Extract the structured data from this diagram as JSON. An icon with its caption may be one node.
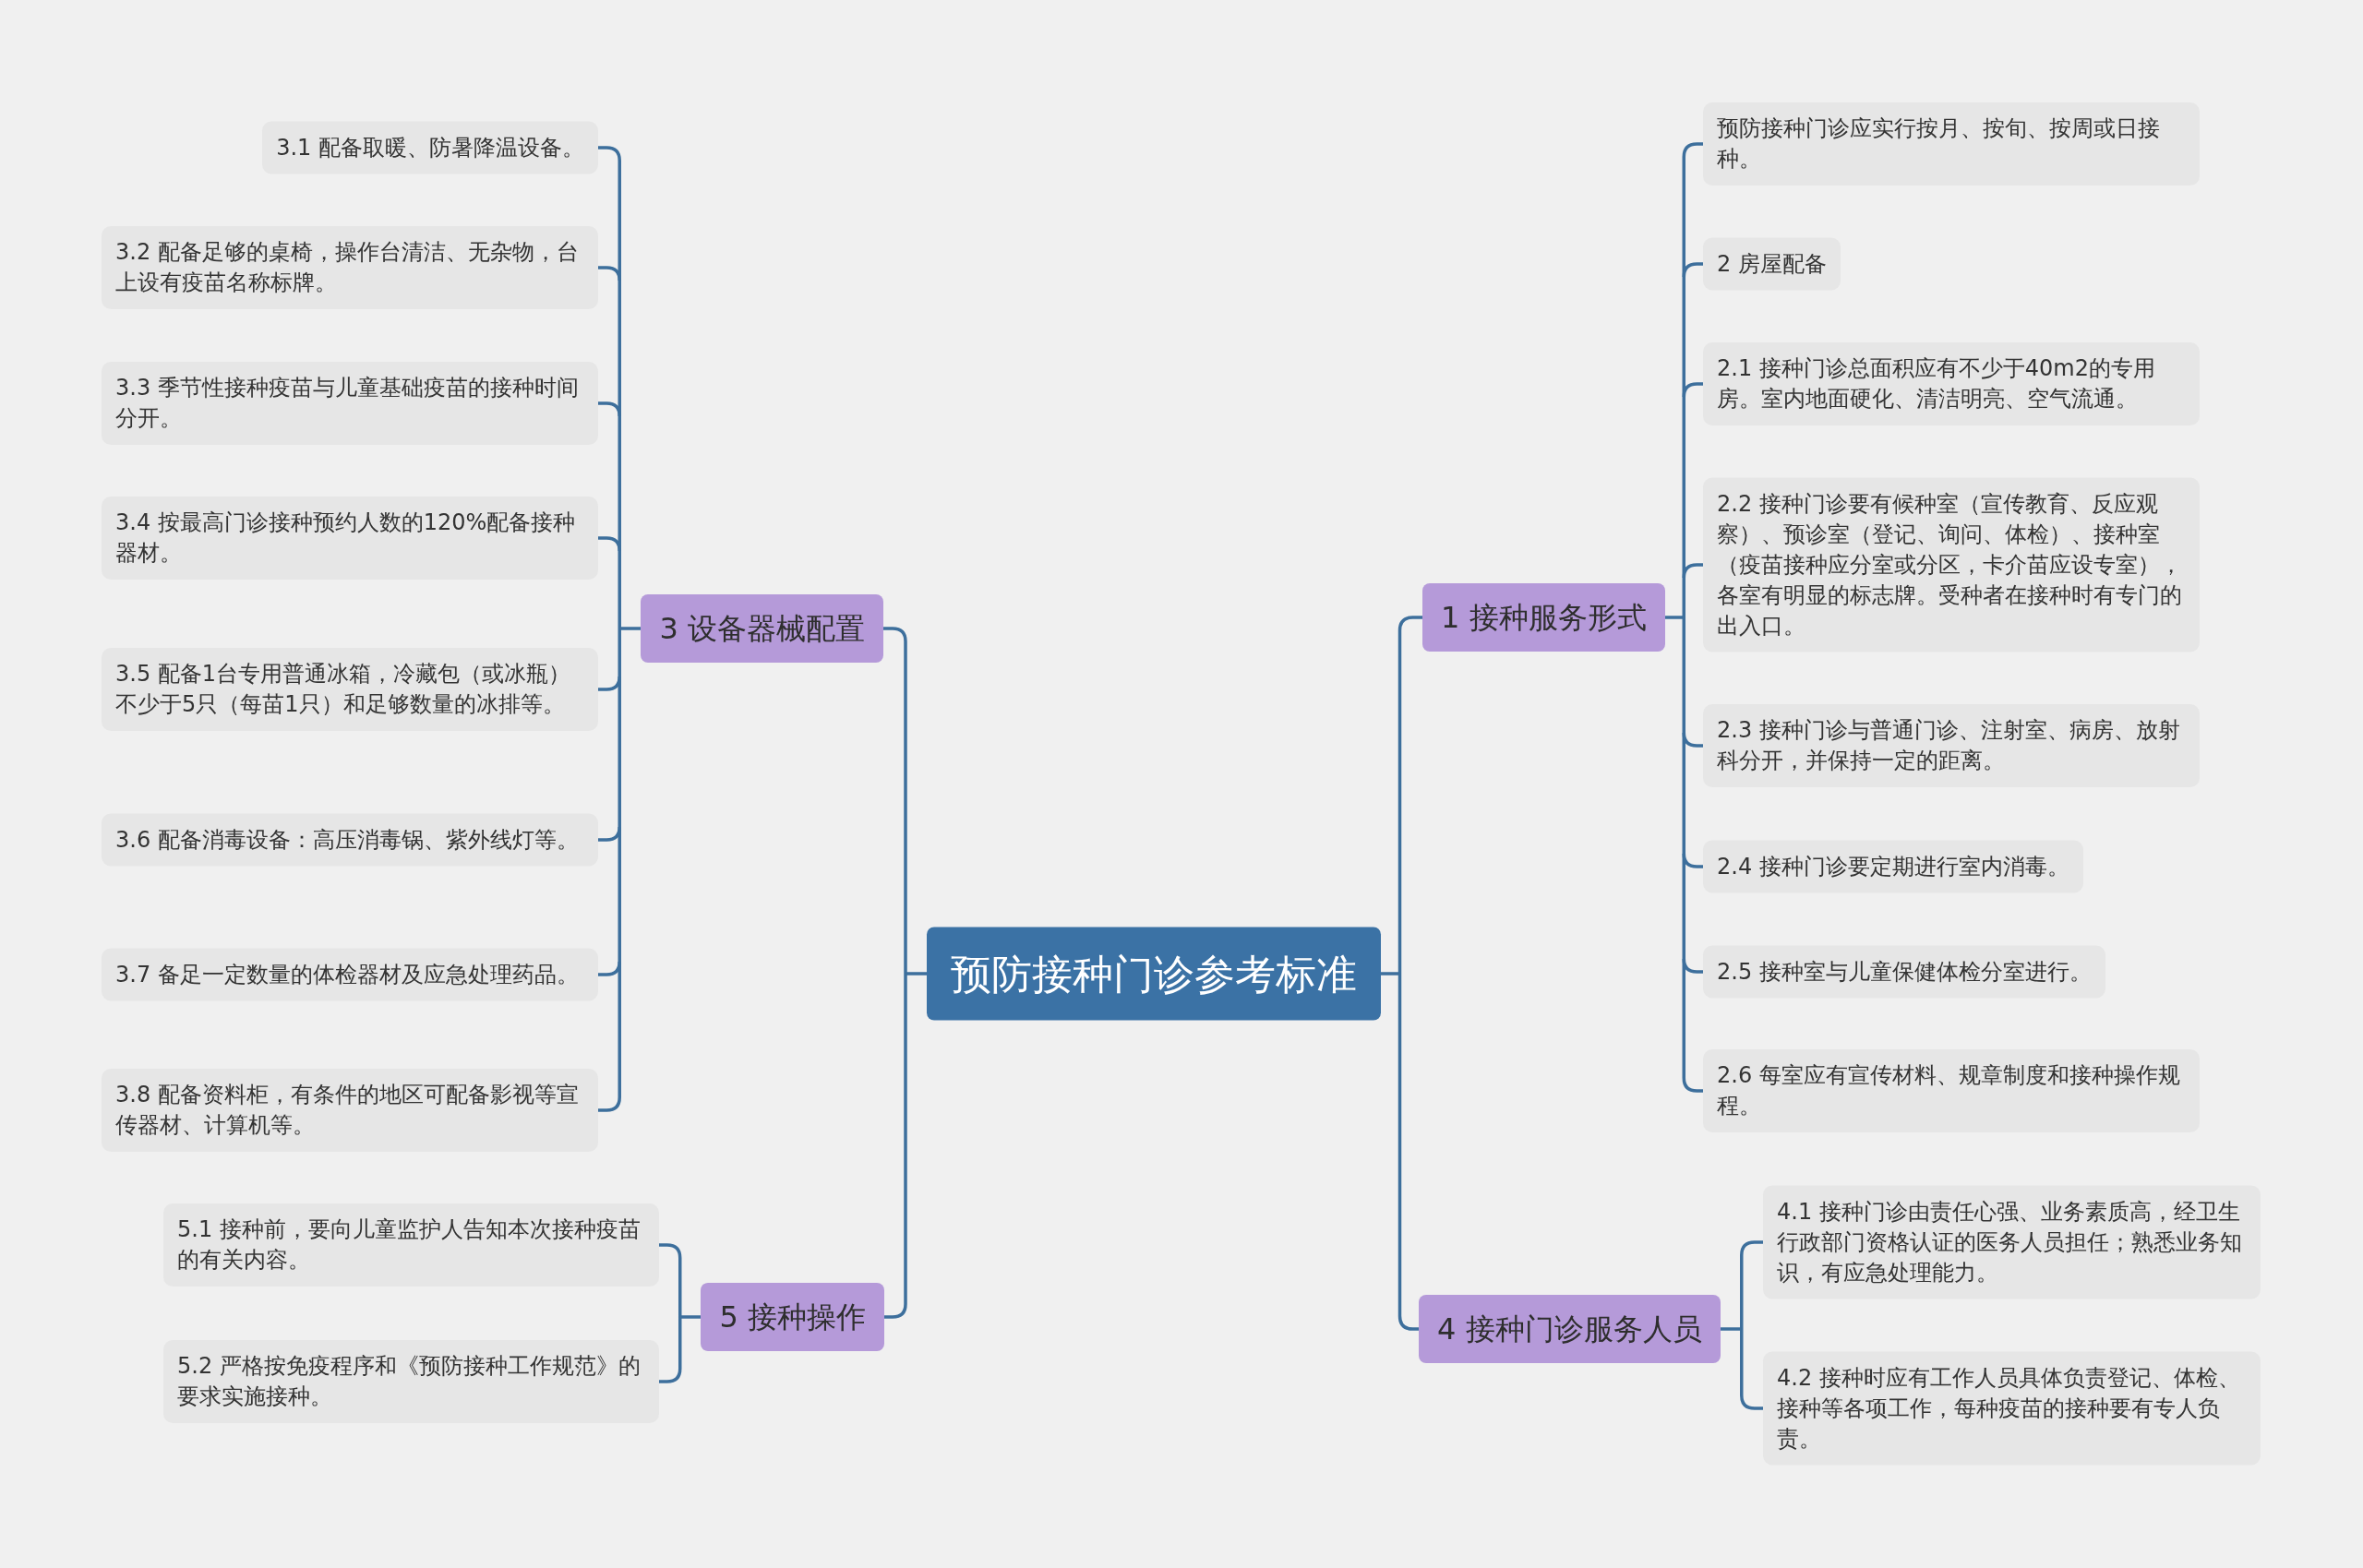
{
  "diagram": {
    "nodes": [
      {
        "text": [
          "预防接种门诊参考标准"
        ]
      },
      {
        "text": [
          "3 设备器械配置"
        ]
      },
      {
        "text": [
          "3.1 配备取暖、防暑降温设备。"
        ]
      },
      {
        "text": [
          "3.2 配备足够的桌椅，操作台清洁、无杂物，台上设有疫苗名称标牌。"
        ]
      },
      {
        "text": [
          "3.3 季节性接种疫苗与儿童基础疫苗的接种时间分开。"
        ]
      },
      {
        "text": [
          "3.4 按最高门诊接种预约人数的120%配备接种器材。"
        ]
      },
      {
        "text": [
          "3.5 配备1台专用普通冰箱，冷藏包（或冰瓶）不少于5只（每苗1只）和足够数量的冰排等。"
        ]
      },
      {
        "text": [
          "3.6 配备消毒设备：高压消毒锅、紫外线灯等。"
        ]
      },
      {
        "text": [
          "3.7 备足一定数量的体检器材及应急处理药品。"
        ]
      },
      {
        "text": [
          "3.8 配备资料柜，有条件的地区可配备影视等宣传器材、计算机等。"
        ]
      },
      {
        "text": [
          "5 接种操作"
        ]
      },
      {
        "text": [
          "5.1 接种前，要向儿童监护人告知本次接种疫苗的有关内容。"
        ]
      },
      {
        "text": [
          "5.2 严格按免疫程序和《预防接种工作规范》的要求实施接种。"
        ]
      },
      {
        "text": [
          "1 接种服务形式"
        ]
      },
      {
        "text": [
          "预防接种门诊应实行按月、按旬、按周或日接种。"
        ]
      },
      {
        "text": [
          "2 房屋配备"
        ]
      },
      {
        "text": [
          "2.1 接种门诊总面积应有不少于40m2的专用房。室内地面硬化、清洁明亮、空气流通。"
        ]
      },
      {
        "text": [
          "2.2 接种门诊要有候种室（宣传教育、反应观察）、预诊室（登记、询问、体检）、接种室（疫苗接种应分室或分区，卡介苗应设专室），各室有明显的标志牌。受种者在接种时有专门的出入口。"
        ]
      },
      {
        "text": [
          "2.3 接种门诊与普通门诊、注射室、病房、放射科分开，并保持一定的距离。"
        ]
      },
      {
        "text": [
          "2.4 接种门诊要定期进行室内消毒。"
        ]
      },
      {
        "text": [
          "2.5 接种室与儿童保健体检分室进行。"
        ]
      },
      {
        "text": [
          "2.6 每室应有宣传材料、规章制度和接种操作规程。"
        ]
      },
      {
        "text": [
          "4 接种门诊服务人员"
        ]
      },
      {
        "text": [
          "4.1 接种门诊由责任心强、业务素质高，经卫生行政部门资格认证的医务人员担任；熟悉业务知识，有应急处理能力。"
        ]
      },
      {
        "text": [
          "4.2 接种时应有工作人员具体负责登记、体检、接种等各项工作，每种疫苗的接种要有专人负责。"
        ]
      }
    ],
    "edges": [
      {
        "from": 0,
        "to": 1,
        "arrow": "none"
      },
      {
        "from": 1,
        "to": 2,
        "arrow": "none"
      },
      {
        "from": 1,
        "to": 3,
        "arrow": "none"
      },
      {
        "from": 1,
        "to": 4,
        "arrow": "none"
      },
      {
        "from": 1,
        "to": 5,
        "arrow": "none"
      },
      {
        "from": 1,
        "to": 6,
        "arrow": "none"
      },
      {
        "from": 1,
        "to": 7,
        "arrow": "none"
      },
      {
        "from": 1,
        "to": 8,
        "arrow": "none"
      },
      {
        "from": 1,
        "to": 9,
        "arrow": "none"
      },
      {
        "from": 0,
        "to": 10,
        "arrow": "none"
      },
      {
        "from": 10,
        "to": 11,
        "arrow": "none"
      },
      {
        "from": 10,
        "to": 12,
        "arrow": "none"
      },
      {
        "from": 0,
        "to": 13,
        "arrow": "none"
      },
      {
        "from": 13,
        "to": 14,
        "arrow": "none"
      },
      {
        "from": 13,
        "to": 15,
        "arrow": "none"
      },
      {
        "from": 13,
        "to": 16,
        "arrow": "none"
      },
      {
        "from": 13,
        "to": 17,
        "arrow": "none"
      },
      {
        "from": 13,
        "to": 18,
        "arrow": "none"
      },
      {
        "from": 13,
        "to": 19,
        "arrow": "none"
      },
      {
        "from": 13,
        "to": 20,
        "arrow": "none"
      },
      {
        "from": 13,
        "to": 21,
        "arrow": "none"
      },
      {
        "from": 0,
        "to": 22,
        "arrow": "none"
      },
      {
        "from": 22,
        "to": 23,
        "arrow": "none"
      },
      {
        "from": 22,
        "to": 24,
        "arrow": "none"
      }
    ]
  }
}
